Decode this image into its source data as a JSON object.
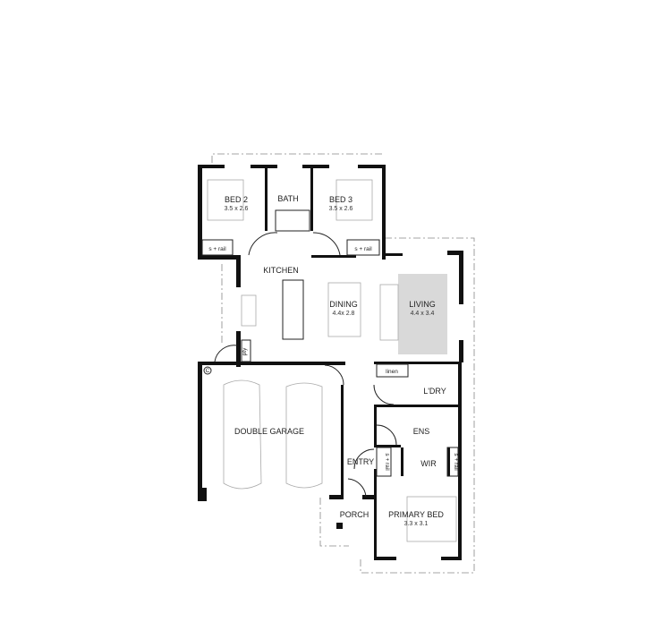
{
  "rooms": {
    "bed2": {
      "name": "BED 2",
      "size": "3.5 x 2.6"
    },
    "bath": {
      "name": "BATH"
    },
    "bed3": {
      "name": "BED 3",
      "size": "3.5 x 2.6"
    },
    "kitchen": {
      "name": "KITCHEN"
    },
    "dining": {
      "name": "DINING",
      "size": "4.4x 2.8"
    },
    "living": {
      "name": "LIVING",
      "size": "4.4 x 3.4"
    },
    "garage": {
      "name": "DOUBLE GARAGE"
    },
    "linen": {
      "name": "linen"
    },
    "laundry": {
      "name": "L'DRY"
    },
    "ensuite": {
      "name": "ENS"
    },
    "wir": {
      "name": "WIR"
    },
    "entry": {
      "name": "ENTRY"
    },
    "porch": {
      "name": "PORCH"
    },
    "primary_bed": {
      "name": "PRIMARY BED",
      "size": "3.3 x 3.1"
    },
    "pantry": {
      "name": "pty"
    }
  },
  "robes": {
    "label": "s + rail"
  },
  "garage_marker": "C",
  "colors": {
    "wall": "#111111",
    "living_rug": "#d9d9d9"
  }
}
